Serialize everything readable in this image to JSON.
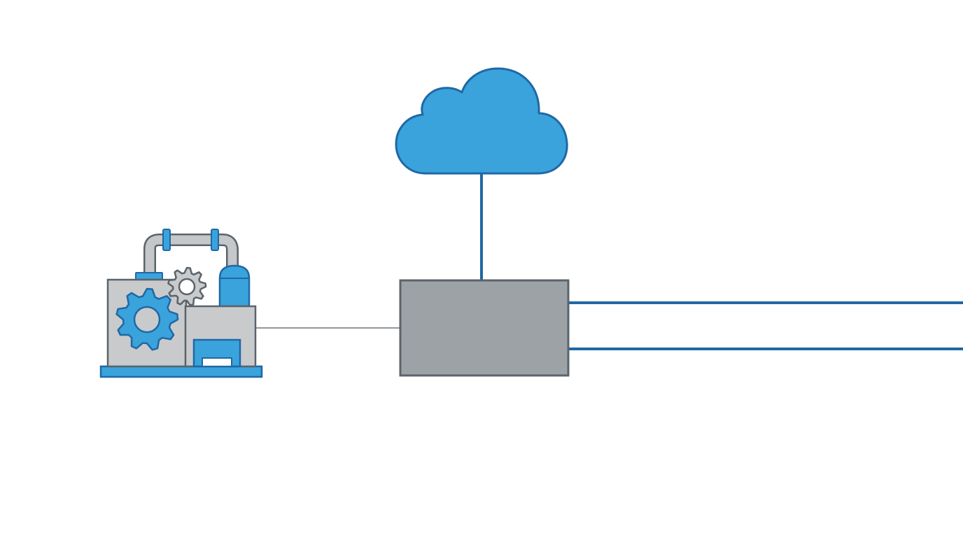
{
  "diagram": {
    "nodes": [
      {
        "id": "factory",
        "kind": "industrial-machine-icon"
      },
      {
        "id": "cloud",
        "kind": "cloud-icon"
      },
      {
        "id": "gateway",
        "kind": "gateway-box"
      }
    ],
    "connections": [
      {
        "from": "factory",
        "to": "gateway",
        "style": "thin-gray"
      },
      {
        "from": "gateway",
        "to": "cloud",
        "style": "blue"
      },
      {
        "from": "gateway",
        "to": "offscreen-right-1",
        "style": "blue"
      },
      {
        "from": "gateway",
        "to": "offscreen-right-2",
        "style": "blue"
      }
    ]
  },
  "colors": {
    "accent_blue": "#3aa3db",
    "outline_blue": "#1f68a6",
    "gateway_fill": "#9da2a6",
    "outline_gray": "#5a646c",
    "machine_fill": "#c9cacb",
    "pipe_fill": "#c6c7c8",
    "thin_line": "#6f767c",
    "background": "#ffffff"
  }
}
